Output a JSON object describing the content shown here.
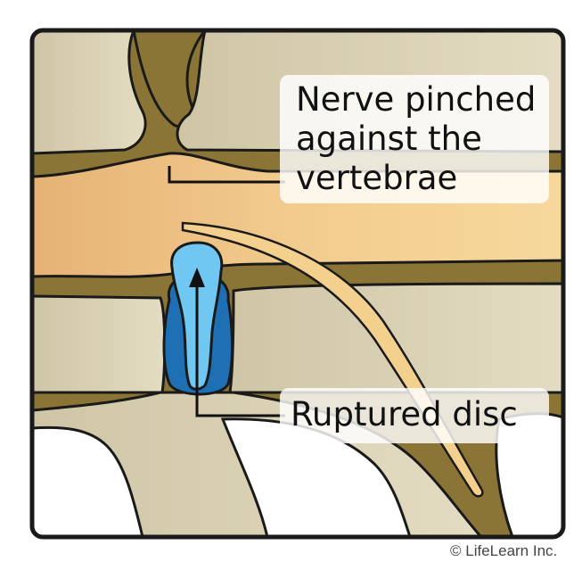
{
  "labels": {
    "nerve": [
      "Nerve pinched",
      "against the",
      "vertebrae"
    ],
    "disc": "Ruptured disc"
  },
  "copyright": "© LifeLearn Inc.",
  "colors": {
    "outline": "#1a1a1a",
    "bone": "#d6cdb1",
    "bone_light": "#e7e0c8",
    "bone_dark": "#b8ab88",
    "canal": "#8b7536",
    "spinal_cord": "#f1c88a",
    "disc_dark": "#1e6fb4",
    "disc_light": "#6fc7f2",
    "label_bg": "#ffffff"
  }
}
